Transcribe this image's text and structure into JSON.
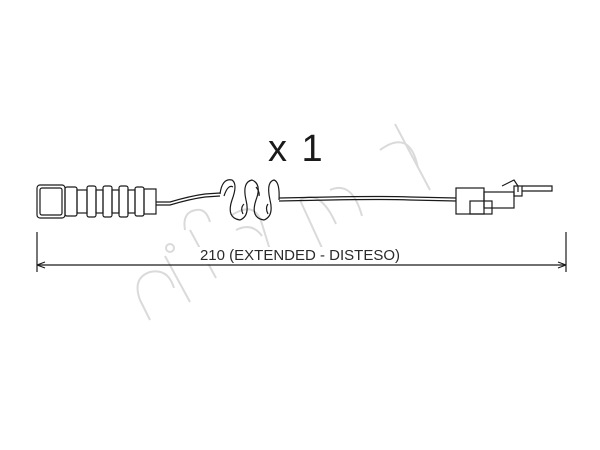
{
  "drawing": {
    "quantity_label": "x 1",
    "dimension_label": "210 (EXTENDED - DISTESO)",
    "watermark_text": "cifam"
  },
  "colors": {
    "line": "#1a1a1a",
    "watermark": "#d8d8d8"
  }
}
